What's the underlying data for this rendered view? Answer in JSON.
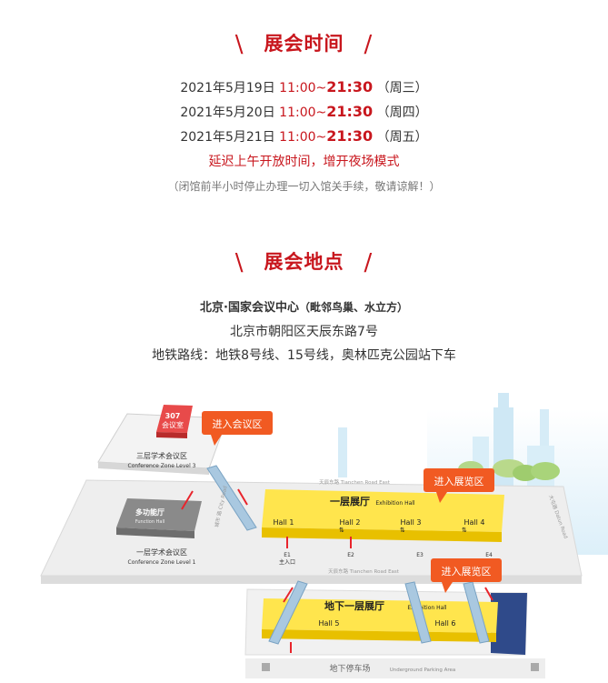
{
  "time_section": {
    "title": "展会时间",
    "rows": [
      {
        "date": "2021年5月19日",
        "start": "11:00~",
        "end": "21:30",
        "weekday": "（周三）"
      },
      {
        "date": "2021年5月20日",
        "start": "11:00~",
        "end": "21:30",
        "weekday": "（周四）"
      },
      {
        "date": "2021年5月21日",
        "start": "11:00~",
        "end": "21:30",
        "weekday": "（周五）"
      }
    ],
    "highlight": "延迟上午开放时间，增开夜场模式",
    "note": "（闭馆前半小时停止办理一切入馆关手续，敬请谅解！）"
  },
  "location_section": {
    "title": "展会地点",
    "venue": "北京·国家会议中心",
    "venue_note": "（毗邻鸟巢、水立方）",
    "address": "北京市朝阳区天辰东路7号",
    "subway": "地铁路线：地铁8号线、15号线，奥林匹克公园站下车"
  },
  "map": {
    "room_307": "307",
    "room_307_label": "会议室",
    "callout_meeting": "进入会议区",
    "callout_exhibit_1": "进入展览区",
    "callout_exhibit_2": "进入展览区",
    "zone3_cn": "三层学术会议区",
    "zone3_en": "Conference Zone Level 3",
    "function_cn": "多功能厅",
    "function_en": "Function Hall",
    "zone1_cn": "一层学术会议区",
    "zone1_en": "Conference Zone Level 1",
    "hall1_cn": "一层展厅",
    "hall1_en": "Exhibition Hall",
    "halls_l1": [
      "Hall 1",
      "Hall 2",
      "Hall 3",
      "Hall 4"
    ],
    "hallb_cn": "地下一层展厅",
    "hallb_en": "Exhibition Hall",
    "halls_b1": [
      "Hall 5",
      "Hall 6"
    ],
    "entrances": [
      "E1",
      "E2",
      "E3",
      "E4"
    ],
    "main_entrance": "主入口",
    "road_north": "天辰东路 Tianchen Road East",
    "road_south": "天辰东路 Tianchen Road East",
    "road_west": "城市 路 City Road",
    "road_east": "大屯路 Datun Road",
    "parking_cn": "地下停车场",
    "parking_en": "Underground Parking Area",
    "brand_red": "#c8161d",
    "callout_orange": "#f15a22",
    "hall_yellow": "#ffd400"
  }
}
